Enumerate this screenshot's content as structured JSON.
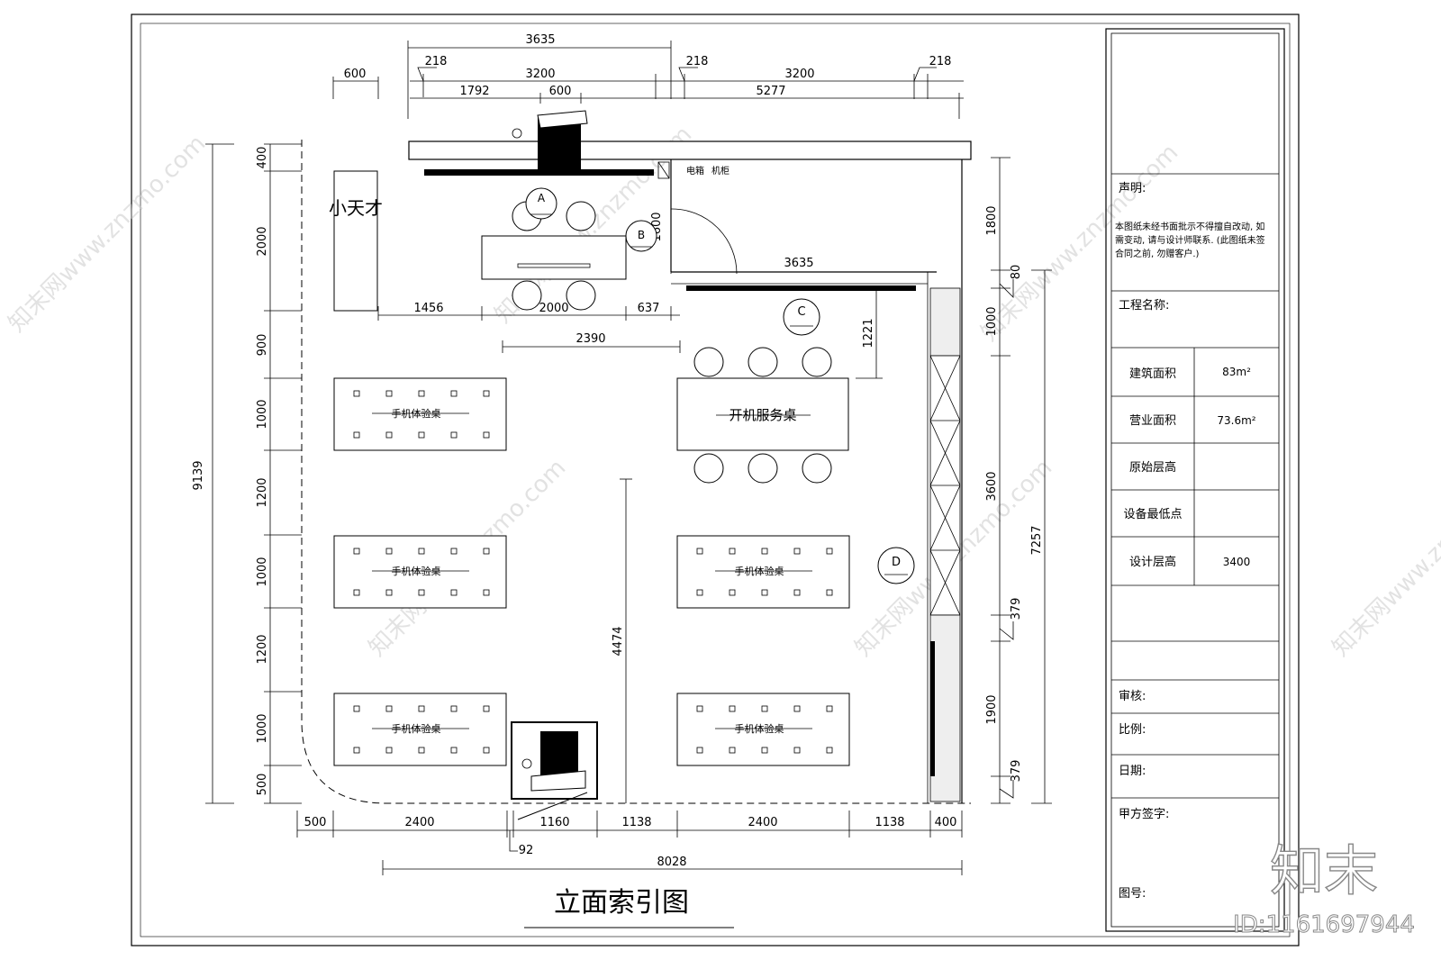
{
  "drawing_title": "立面索引图",
  "dims": {
    "top": [
      "3635",
      "218",
      "3200",
      "218",
      "3200",
      "218",
      "600",
      "1792",
      "600",
      "5277"
    ],
    "left": [
      "400",
      "2000",
      "900",
      "1000",
      "1200",
      "1000",
      "1200",
      "1000",
      "500"
    ],
    "overall_left": "9139",
    "right": [
      "1800",
      "80",
      "1000",
      "3600",
      "379",
      "1900",
      "379"
    ],
    "overall_right": "7257",
    "bottom": [
      "500",
      "2400",
      "1160",
      "1138",
      "2400",
      "1138",
      "400",
      "92"
    ],
    "overall_bottom": "8028",
    "interior": [
      "1600",
      "3635",
      "1456",
      "2000",
      "637",
      "2390",
      "1221",
      "4474"
    ]
  },
  "labels": {
    "kid_area": "小天才",
    "elec_box": "电箱",
    "cabinet": "机柜",
    "service_desk": "开机服务桌",
    "exp_table": "手机体验桌"
  },
  "index_markers": [
    "A",
    "B",
    "C",
    "D"
  ],
  "title_block": {
    "declaration_label": "声明:",
    "declaration_text_1": "本图纸未经书面批示不得擅自改动, 如",
    "declaration_text_2": "需变动, 请与设计师联系. (此图纸未签",
    "declaration_text_3": "合同之前, 勿赠客户.)",
    "project_name_label": "工程名称:",
    "rows": [
      {
        "label": "建筑面积",
        "value": "83m²"
      },
      {
        "label": "营业面积",
        "value": "73.6m²"
      },
      {
        "label": "原始层高",
        "value": ""
      },
      {
        "label": "设备最低点",
        "value": ""
      },
      {
        "label": "设计层高",
        "value": "3400"
      }
    ],
    "review_label": "审核:",
    "scale_label": "比例:",
    "date_label": "日期:",
    "client_sign_label": "甲方签字:",
    "drawing_no_label": "图号:"
  },
  "brand_mark": "知末",
  "watermark_text": "知末网www.znzmo.com",
  "image_id": "ID:1161697944"
}
